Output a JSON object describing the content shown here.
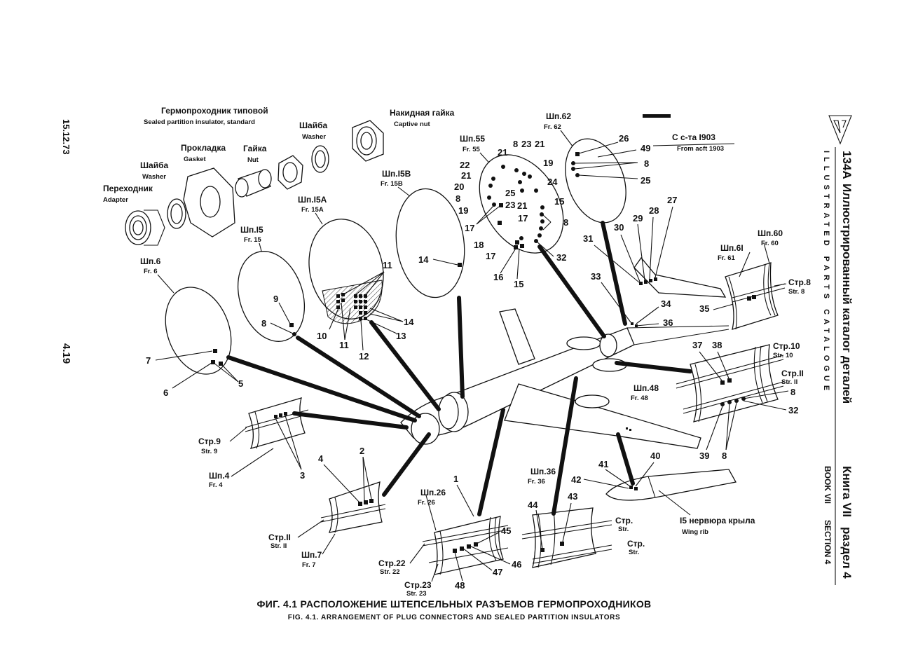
{
  "margin": {
    "date": "15.12.73",
    "page": "4.19"
  },
  "header": {
    "model": "134A",
    "title_ru": "Иллюстрированный каталог деталей",
    "title_en": "ILLUSTRATED PARTS CATALOGUE",
    "book_ru": "Книга VII",
    "section_ru": "раздел 4",
    "book_en": "BOOK VII",
    "section_en": "SECTION 4",
    "emblem_icon": "tu-emblem-icon"
  },
  "hardware": {
    "insulator": {
      "ru": "Гермопроходник типовой",
      "en": "Sealed partition insulator, standard"
    },
    "adapter": {
      "ru": "Переходник",
      "en": "Adapter"
    },
    "washer": {
      "ru": "Шайба",
      "en": "Washer"
    },
    "gasket": {
      "ru": "Прокладка",
      "en": "Gasket"
    },
    "nut": {
      "ru": "Гайка",
      "en": "Nut"
    },
    "captive_nut": {
      "ru": "Накидная гайка",
      "en": "Captive nut"
    }
  },
  "frames": {
    "fr6": {
      "ru": "Шп.6",
      "en": "Fr. 6",
      "items": [
        "7",
        "6",
        "5"
      ]
    },
    "fr15": {
      "ru": "Шп.I5",
      "en": "Fr. 15",
      "items": [
        "9",
        "8"
      ]
    },
    "fr15a": {
      "ru": "Шп.I5А",
      "en": "Fr. 15A",
      "items": [
        "11",
        "10",
        "11",
        "12",
        "13",
        "14"
      ]
    },
    "fr15b": {
      "ru": "Шп.I5В",
      "en": "Fr. 15B",
      "items": [
        "14"
      ]
    },
    "fr55": {
      "ru": "Шп.55",
      "en": "Fr. 55",
      "items": [
        "8",
        "23",
        "21",
        "21",
        "19",
        "22",
        "24",
        "21",
        "25",
        "20",
        "15",
        "8",
        "23",
        "19",
        "21",
        "17",
        "8",
        "17",
        "18",
        "17",
        "32",
        "16",
        "15"
      ]
    },
    "fr62": {
      "ru": "Шп.62",
      "en": "Fr. 62",
      "items": [
        "26",
        "49",
        "8",
        "25"
      ]
    },
    "fr60": {
      "ru": "Шп.60",
      "en": "Fr. 60"
    },
    "fr61": {
      "ru": "Шп.6I",
      "en": "Fr. 61"
    },
    "fr48": {
      "ru": "Шп.48",
      "en": "Fr. 48"
    },
    "fr36": {
      "ru": "Шп.36",
      "en": "Fr. 36"
    },
    "fr26": {
      "ru": "Шп.26",
      "en": "Fr. 26"
    },
    "fr4": {
      "ru": "Шп.4",
      "en": "Fr. 4"
    },
    "fr7": {
      "ru": "Шп.7",
      "en": "Fr. 7"
    }
  },
  "panels": {
    "str8": {
      "ru": "Стр.8",
      "en": "Str. 8"
    },
    "str10": {
      "ru": "Стр.10",
      "en": "Str. 10"
    },
    "str11": {
      "ru": "Стр.II",
      "en": "Str. II"
    },
    "str9": {
      "ru": "Стр.9",
      "en": "Str. 9"
    },
    "str22": {
      "ru": "Стр.22",
      "en": "Str. 22"
    },
    "str23": {
      "ru": "Стр.23",
      "en": "Str. 23"
    },
    "str_plain": {
      "ru": "Стр.",
      "en": "Str."
    }
  },
  "extra": {
    "from_acft_ru": "С с-та I903",
    "from_acft_en": "From acft 1903",
    "wing_rib_ru": "I5 нервюра крыла",
    "wing_rib_en": "Wing rib"
  },
  "items": {
    "tail": [
      "27",
      "28",
      "29",
      "30",
      "31",
      "33",
      "34",
      "36",
      "35"
    ],
    "fr48_panel": [
      "37",
      "38",
      "8",
      "32",
      "39",
      "8"
    ],
    "wing": [
      "41",
      "40",
      "42"
    ],
    "bottom": [
      "1",
      "2",
      "3",
      "4",
      "43",
      "44",
      "45",
      "46",
      "47",
      "48"
    ]
  },
  "caption": {
    "ru": "ФИГ. 4.1 РАСПОЛОЖЕНИЕ ШТЕПСЕЛЬНЫХ РАЗЪЕМОВ ГЕРМОПРОХОДНИКОВ",
    "en": "FIG. 4.1. ARRANGEMENT OF PLUG CONNECTORS AND SEALED PARTITION INSULATORS"
  }
}
